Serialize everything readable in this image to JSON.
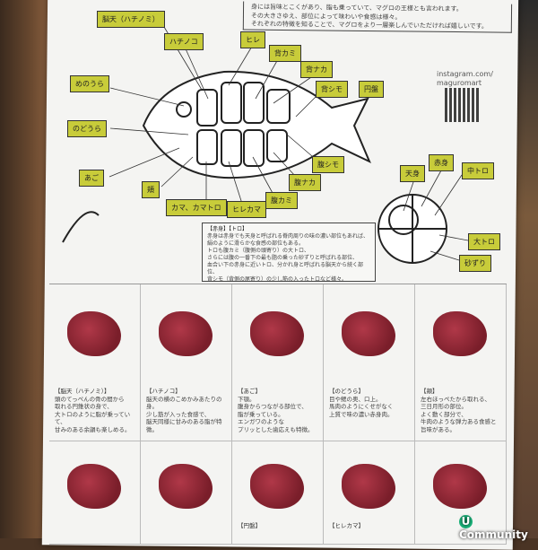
{
  "intro": [
    "身には旨味とこくがあり、脂も乗っていて、マグロの王様とも言われます。",
    "その大きさゆえ、部位によって味わいや食感は様々。",
    "それぞれの特徴を知ることで、マグロをより一層楽しんでいただければ嬉しいです。"
  ],
  "labels": {
    "noten": "脳天（ハチノミ）",
    "hachinoko": "ハチノコ",
    "hire": "ヒレ",
    "sekami": "背カミ",
    "senaka": "背ナカ",
    "seshimo": "背シモ",
    "enban": "円盤",
    "menoura": "めのうら",
    "nodoura": "のどうら",
    "ago": "あご",
    "hoho": "頬",
    "kama": "カマ、カマトロ",
    "hirekama": "ヒレカマ",
    "harakami": "腹カミ",
    "haranaka": "腹ナカ",
    "harashimo": "腹シモ",
    "tenmi": "天身",
    "akami": "赤身",
    "chutoro": "中トロ",
    "otoro": "大トロ",
    "sunazuri": "砂ずり"
  },
  "instagram": [
    "instagram.com/",
    "maguromart"
  ],
  "description": {
    "title": "【赤身】【トロ】",
    "lines": [
      "赤身は赤身でも天身と呼ばれる脊肉周りの味の濃い部位もあれば、",
      "絹のように滑らかな食感の部位もある。",
      "トロも腹カミ（腹側の頭寄り）の大トロ、",
      "さらには腹の一番下の最も脂の乗った砂ずりと呼ばれる部位、",
      "血合い下の赤身に近いトロ、分かれ身と呼ばれる脳天から続く部位、",
      "背シモ（背側の尾寄り）の少し筋の入ったトロなど様々。"
    ]
  },
  "cards": [
    {
      "title": "【脳天（ハチノミ）】",
      "lines": [
        "頭のてっぺんの骨の間から",
        "取れる円錐状の身で、",
        "大トロのように脂が乗っていて、",
        "甘みのある余韻も楽しめる。"
      ]
    },
    {
      "title": "【ハチノコ】",
      "lines": [
        "脳天の横のこめかみあたりの身。",
        "少し筋が入った食感で、",
        "脳天同様に甘みのある脂が特徴。"
      ]
    },
    {
      "title": "【あご】",
      "lines": [
        "下顎。",
        "腹身からつながる部位で、",
        "脂が乗っている。",
        "エンガワのような",
        "プリッとした歯応えも特徴。"
      ]
    },
    {
      "title": "【のどうら】",
      "lines": [
        "目や鰓の奥、口上。",
        "馬肉のようにくせがなく",
        "上質で味の濃い赤身肉。"
      ]
    },
    {
      "title": "【頬】",
      "lines": [
        "左右ほっぺたから取れる、",
        "三日月形の部位。",
        "よく動く部分で、",
        "牛肉のような弾力ある食感と",
        "旨味がある。"
      ]
    }
  ],
  "cards2": [
    {
      "title": ""
    },
    {
      "title": ""
    },
    {
      "title": "【円盤】"
    },
    {
      "title": "【ヒレカマ】"
    },
    {
      "title": ""
    }
  ],
  "brand": "Community",
  "colors": {
    "label": "#c8cc3a",
    "meat": "#8a2432"
  }
}
